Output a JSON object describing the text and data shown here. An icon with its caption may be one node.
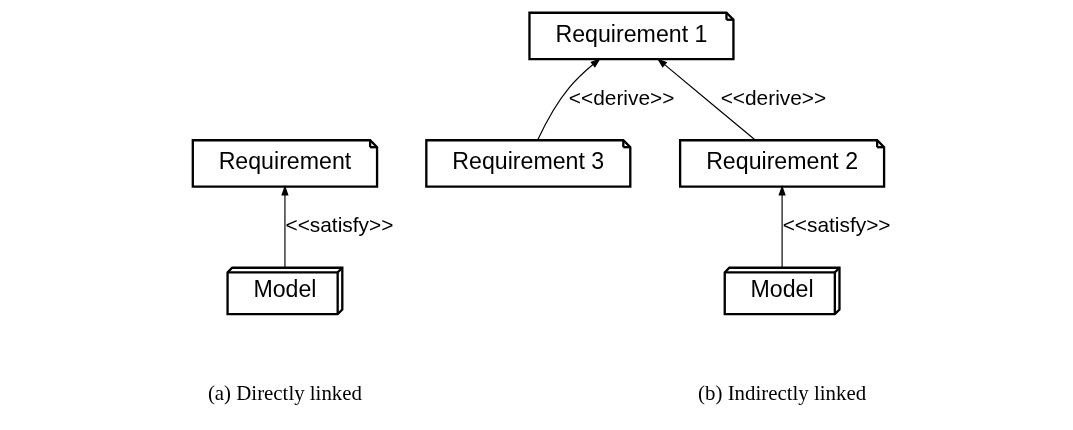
{
  "diagram": {
    "nodes": [
      {
        "text": [
          "Requirement"
        ]
      },
      {
        "text": [
          "Model"
        ]
      },
      {
        "text": [
          "Requirement 1"
        ]
      },
      {
        "text": [
          "Requirement 3"
        ]
      },
      {
        "text": [
          "Requirement 2"
        ]
      },
      {
        "text": [
          "Model"
        ]
      }
    ],
    "edges": [
      {
        "from": 1,
        "to": 0,
        "arrow": "to",
        "label": "<<satisfy>>"
      },
      {
        "from": 3,
        "to": 2,
        "arrow": "to",
        "label": "<<derive>>"
      },
      {
        "from": 4,
        "to": 2,
        "arrow": "to",
        "label": "<<derive>>"
      },
      {
        "from": 5,
        "to": 4,
        "arrow": "to",
        "label": "<<satisfy>>"
      }
    ],
    "labels": [
      "(a) Directly linked",
      "(b) Indirectly linked"
    ]
  }
}
